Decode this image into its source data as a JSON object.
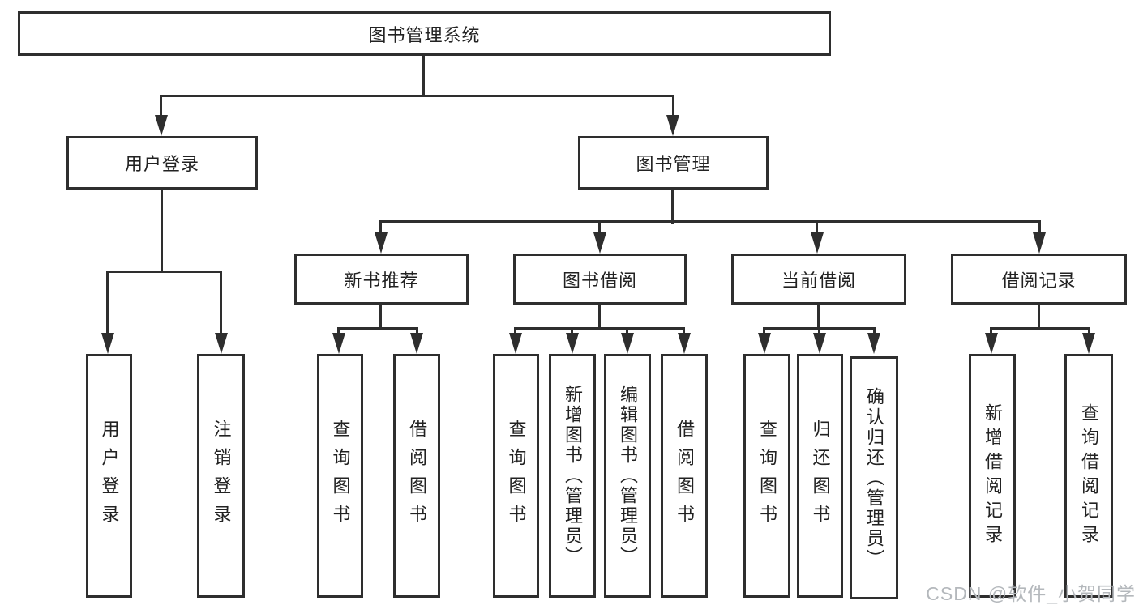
{
  "colors": {
    "line": "#2e2e2e",
    "text": "#222222",
    "box_background": "#ffffff",
    "watermark": "#b4b8bc",
    "background": "#ffffff"
  },
  "watermark": {
    "text": "CSDN @软件_小贺同学"
  },
  "tree": {
    "root": {
      "label": "图书管理系统"
    },
    "branches": [
      {
        "label": "用户登录",
        "children": [
          "用户登录",
          "注销登录"
        ]
      },
      {
        "label": "图书管理",
        "children": [
          {
            "label": "新书推荐",
            "children": [
              "查询图书",
              "借阅图书"
            ]
          },
          {
            "label": "图书借阅",
            "children": [
              "查询图书",
              "新增图书（管理员）",
              "编辑图书（管理员）",
              "借阅图书"
            ]
          },
          {
            "label": "当前借阅",
            "children": [
              "查询图书",
              "归还图书",
              "确认归还（管理员）"
            ]
          },
          {
            "label": "借阅记录",
            "children": [
              "新增借阅记录",
              "查询借阅记录"
            ]
          }
        ]
      }
    ]
  }
}
